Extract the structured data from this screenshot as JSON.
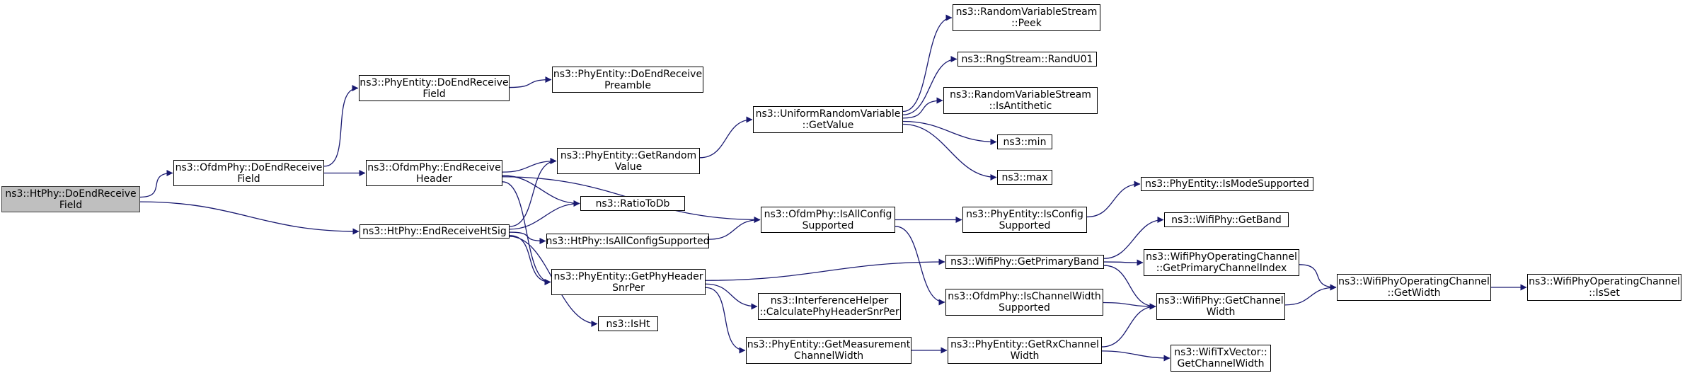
{
  "colors": {
    "edge": "#191970",
    "node_border": "#000000",
    "node_fill": "#ffffff",
    "root_fill": "#bfbfbf",
    "root_border": "#404040"
  },
  "nodes": [
    {
      "id": "htphy_doendreceivefield",
      "lines": [
        "ns3::HtPhy::DoEndReceive",
        "Field"
      ],
      "root": true
    },
    {
      "id": "ofdmphy_doendreceivefield",
      "lines": [
        "ns3::OfdmPhy::DoEndReceive",
        "Field"
      ]
    },
    {
      "id": "htphy_endreceivehtsig",
      "lines": [
        "ns3::HtPhy::EndReceiveHtSig"
      ]
    },
    {
      "id": "phyentity_doendreceivefield",
      "lines": [
        "ns3::PhyEntity::DoEndReceive",
        "Field"
      ]
    },
    {
      "id": "ofdmphy_endreceiveheader",
      "lines": [
        "ns3::OfdmPhy::EndReceive",
        "Header"
      ]
    },
    {
      "id": "phyentity_doendreceivepreamble",
      "lines": [
        "ns3::PhyEntity::DoEndReceive",
        "Preamble"
      ]
    },
    {
      "id": "phyentity_getrandomvalue",
      "lines": [
        "ns3::PhyEntity::GetRandom",
        "Value"
      ]
    },
    {
      "id": "ratiotodb",
      "lines": [
        "ns3::RatioToDb"
      ]
    },
    {
      "id": "htphy_isallconfigsupported",
      "lines": [
        "ns3::HtPhy::IsAllConfigSupported"
      ]
    },
    {
      "id": "phyentity_getphyheadersnrper",
      "lines": [
        "ns3::PhyEntity::GetPhyHeader",
        "SnrPer"
      ]
    },
    {
      "id": "isht",
      "lines": [
        "ns3::IsHt"
      ]
    },
    {
      "id": "uniformrandomvariable_getvalue",
      "lines": [
        "ns3::UniformRandomVariable",
        "::GetValue"
      ]
    },
    {
      "id": "ofdmphy_isallconfigsupported",
      "lines": [
        "ns3::OfdmPhy::IsAllConfig",
        "Supported"
      ]
    },
    {
      "id": "interferencehelper_calculatephyheadersnrper",
      "lines": [
        "ns3::InterferenceHelper",
        "::CalculatePhyHeaderSnrPer"
      ]
    },
    {
      "id": "phyentity_getmeasurementchannelwidth",
      "lines": [
        "ns3::PhyEntity::GetMeasurement",
        "ChannelWidth"
      ]
    },
    {
      "id": "randomvariablestream_peek",
      "lines": [
        "ns3::RandomVariableStream",
        "::Peek"
      ]
    },
    {
      "id": "rngstream_randu01",
      "lines": [
        "ns3::RngStream::RandU01"
      ]
    },
    {
      "id": "randomvariablestream_isantithetic",
      "lines": [
        "ns3::RandomVariableStream",
        "::IsAntithetic"
      ]
    },
    {
      "id": "min",
      "lines": [
        "ns3::min"
      ]
    },
    {
      "id": "max",
      "lines": [
        "ns3::max"
      ]
    },
    {
      "id": "phyentity_isconfigsupported",
      "lines": [
        "ns3::PhyEntity::IsConfig",
        "Supported"
      ]
    },
    {
      "id": "wifiphy_getprimaryband",
      "lines": [
        "ns3::WifiPhy::GetPrimaryBand"
      ]
    },
    {
      "id": "ofdmphy_ischannelwidthsupported",
      "lines": [
        "ns3::OfdmPhy::IsChannelWidth",
        "Supported"
      ]
    },
    {
      "id": "phyentity_getrxchannelwidth",
      "lines": [
        "ns3::PhyEntity::GetRxChannel",
        "Width"
      ]
    },
    {
      "id": "phyentity_ismodesupported",
      "lines": [
        "ns3::PhyEntity::IsModeSupported"
      ]
    },
    {
      "id": "wifiphy_getband",
      "lines": [
        "ns3::WifiPhy::GetBand"
      ]
    },
    {
      "id": "wifiphyoperatingchannel_getprimarychannelindex",
      "lines": [
        "ns3::WifiPhyOperatingChannel",
        "::GetPrimaryChannelIndex"
      ]
    },
    {
      "id": "wifiphy_getchannelwidth",
      "lines": [
        "ns3::WifiPhy::GetChannel",
        "Width"
      ]
    },
    {
      "id": "wifitxvector_getchannelwidth",
      "lines": [
        "ns3::WifiTxVector::",
        "GetChannelWidth"
      ]
    },
    {
      "id": "wifiphyoperatingchannel_getwidth",
      "lines": [
        "ns3::WifiPhyOperatingChannel",
        "::GetWidth"
      ]
    },
    {
      "id": "wifiphyoperatingchannel_isset",
      "lines": [
        "ns3::WifiPhyOperatingChannel",
        "::IsSet"
      ]
    }
  ],
  "edges": [
    [
      "htphy_doendreceivefield",
      "ofdmphy_doendreceivefield"
    ],
    [
      "htphy_doendreceivefield",
      "htphy_endreceivehtsig"
    ],
    [
      "ofdmphy_doendreceivefield",
      "phyentity_doendreceivefield"
    ],
    [
      "ofdmphy_doendreceivefield",
      "ofdmphy_endreceiveheader"
    ],
    [
      "phyentity_doendreceivefield",
      "phyentity_doendreceivepreamble"
    ],
    [
      "ofdmphy_endreceiveheader",
      "phyentity_getrandomvalue"
    ],
    [
      "ofdmphy_endreceiveheader",
      "ratiotodb"
    ],
    [
      "ofdmphy_endreceiveheader",
      "ofdmphy_isallconfigsupported"
    ],
    [
      "ofdmphy_endreceiveheader",
      "phyentity_getphyheadersnrper"
    ],
    [
      "htphy_endreceivehtsig",
      "phyentity_getrandomvalue"
    ],
    [
      "htphy_endreceivehtsig",
      "ratiotodb"
    ],
    [
      "htphy_endreceivehtsig",
      "htphy_isallconfigsupported"
    ],
    [
      "htphy_endreceivehtsig",
      "phyentity_getphyheadersnrper"
    ],
    [
      "htphy_endreceivehtsig",
      "isht"
    ],
    [
      "phyentity_getrandomvalue",
      "uniformrandomvariable_getvalue"
    ],
    [
      "htphy_isallconfigsupported",
      "ofdmphy_isallconfigsupported"
    ],
    [
      "phyentity_getphyheadersnrper",
      "wifiphy_getprimaryband"
    ],
    [
      "phyentity_getphyheadersnrper",
      "interferencehelper_calculatephyheadersnrper"
    ],
    [
      "phyentity_getphyheadersnrper",
      "phyentity_getmeasurementchannelwidth"
    ],
    [
      "uniformrandomvariable_getvalue",
      "randomvariablestream_peek"
    ],
    [
      "uniformrandomvariable_getvalue",
      "rngstream_randu01"
    ],
    [
      "uniformrandomvariable_getvalue",
      "randomvariablestream_isantithetic"
    ],
    [
      "uniformrandomvariable_getvalue",
      "min"
    ],
    [
      "uniformrandomvariable_getvalue",
      "max"
    ],
    [
      "ofdmphy_isallconfigsupported",
      "phyentity_isconfigsupported"
    ],
    [
      "ofdmphy_isallconfigsupported",
      "ofdmphy_ischannelwidthsupported"
    ],
    [
      "phyentity_getmeasurementchannelwidth",
      "phyentity_getrxchannelwidth"
    ],
    [
      "phyentity_isconfigsupported",
      "phyentity_ismodesupported"
    ],
    [
      "wifiphy_getprimaryband",
      "wifiphy_getband"
    ],
    [
      "wifiphy_getprimaryband",
      "wifiphyoperatingchannel_getprimarychannelindex"
    ],
    [
      "wifiphy_getprimaryband",
      "wifiphy_getchannelwidth"
    ],
    [
      "ofdmphy_ischannelwidthsupported",
      "wifiphy_getchannelwidth"
    ],
    [
      "phyentity_getrxchannelwidth",
      "wifiphy_getchannelwidth"
    ],
    [
      "phyentity_getrxchannelwidth",
      "wifitxvector_getchannelwidth"
    ],
    [
      "wifiphyoperatingchannel_getprimarychannelindex",
      "wifiphyoperatingchannel_getwidth"
    ],
    [
      "wifiphy_getchannelwidth",
      "wifiphyoperatingchannel_getwidth"
    ],
    [
      "wifiphyoperatingchannel_getwidth",
      "wifiphyoperatingchannel_isset"
    ]
  ]
}
